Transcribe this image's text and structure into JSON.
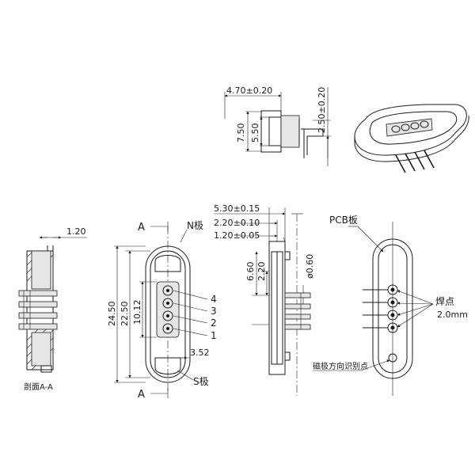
{
  "labels": {
    "section_title": "剖面A-A",
    "section_mark_top": "A",
    "section_mark_bottom": "A",
    "n_pole": "N极",
    "s_pole": "S极",
    "pcb_board": "PCB板",
    "solder_points": "焊点",
    "solder_size": "2.0mm",
    "polarity_marker": "磁极方向识别点"
  },
  "dimensions": {
    "top_width": "4.70±0.20",
    "top_height_outer": "7.50",
    "top_height_inner": "5.50",
    "top_pin_offset": "2.50±0.20",
    "section_wall": "1.20",
    "front_total_length": "24.50",
    "front_body_length": "22.50",
    "front_pin_span": "10.12",
    "front_pin_pitch": "3.52",
    "side_width_total": "5.30±0.15",
    "side_width_mid": "2.20±0.10",
    "side_width_flange": "1.20±0.05",
    "side_height_a": "6.60",
    "side_height_b": "2.20",
    "side_pin_diameter": "ø0.60"
  },
  "pins": [
    "4",
    "3",
    "2",
    "1"
  ]
}
